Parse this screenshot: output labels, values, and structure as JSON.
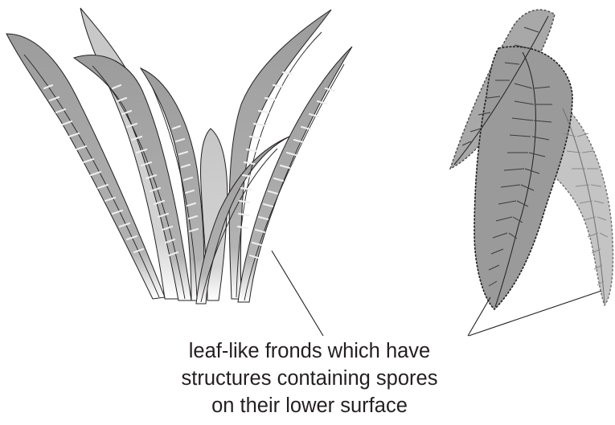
{
  "caption": {
    "line1": "leaf-like fronds which have",
    "line2": "structures containing spores",
    "line3": "on their lower surface"
  },
  "colors": {
    "frond_fill": "#a6a6a6",
    "frond_fill_light": "#c8c8c8",
    "outline": "#231f20",
    "fern_dark": "#8c8c8c",
    "fern_light": "#bfbfbf",
    "spore_mark": "#e8e8e8"
  }
}
